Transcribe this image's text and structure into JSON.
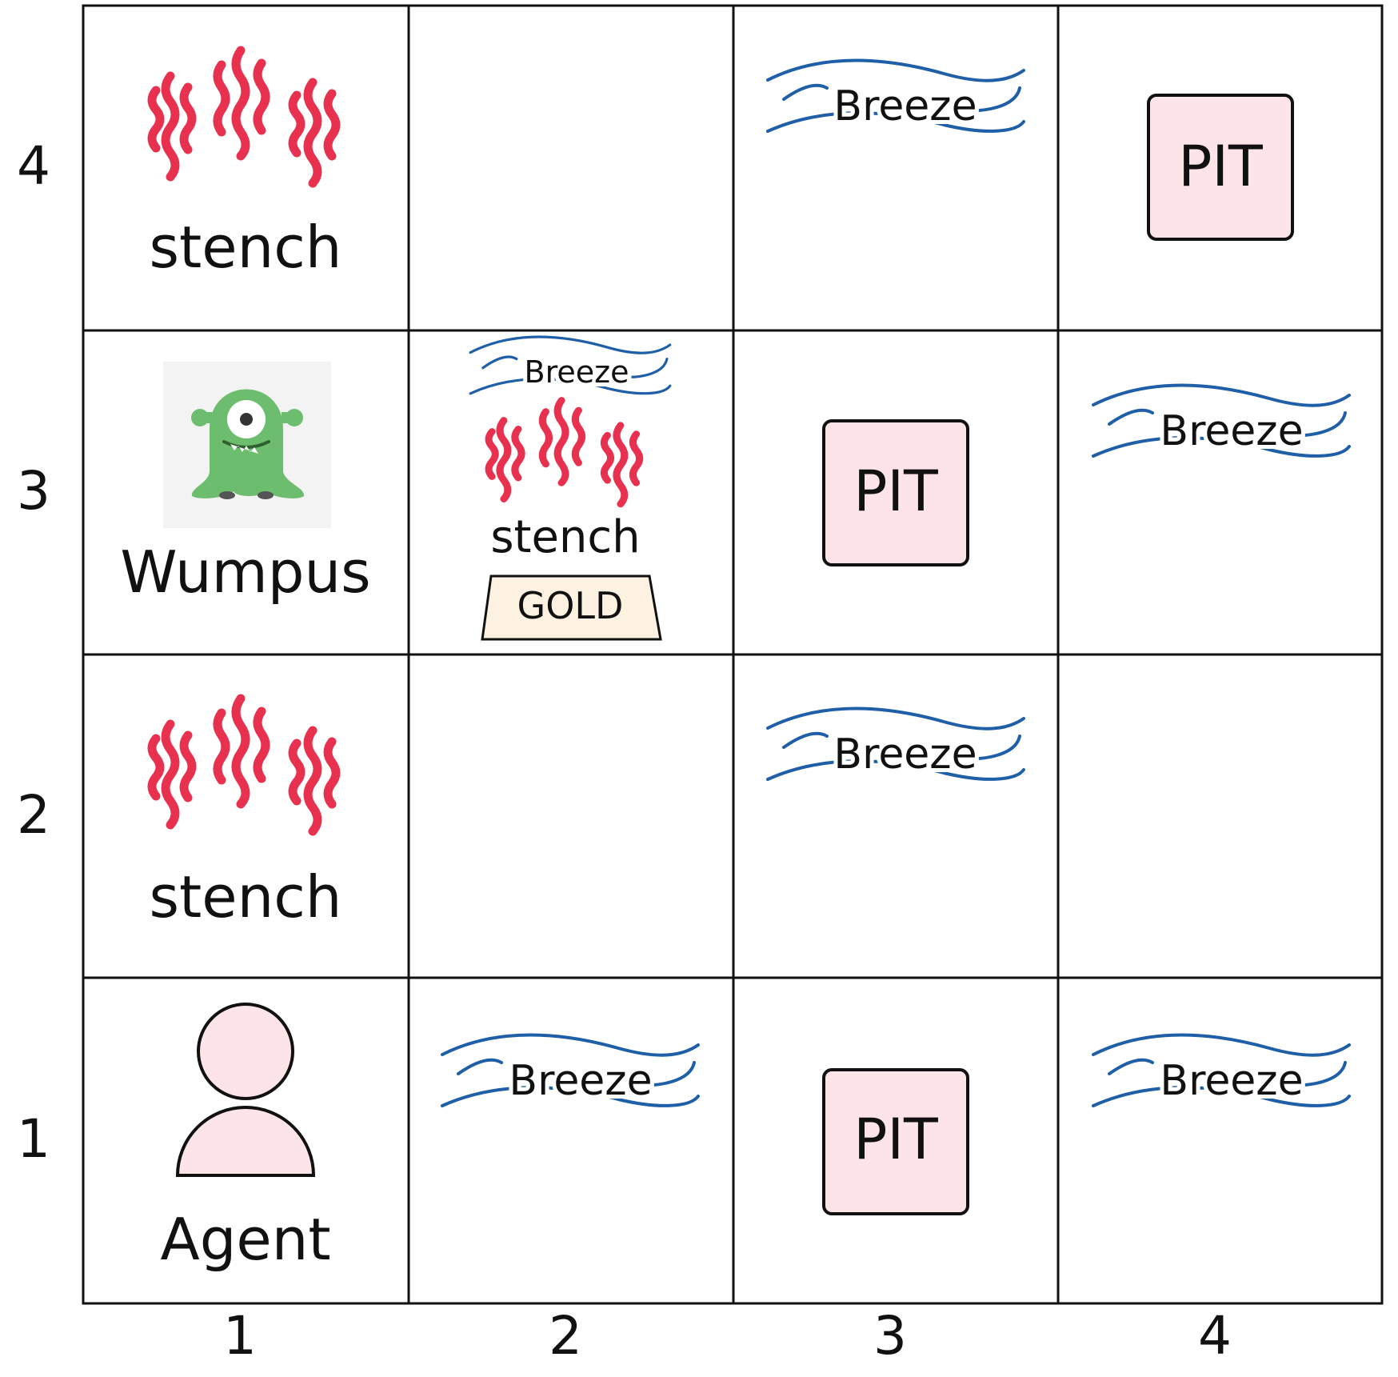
{
  "grid": {
    "rows_labels": [
      "4",
      "3",
      "2",
      "1"
    ],
    "col_labels": [
      "1",
      "2",
      "3",
      "4"
    ]
  },
  "labels": {
    "stench": "stench",
    "breeze": "Breeze",
    "pit": "PIT",
    "wumpus": "Wumpus",
    "gold": "GOLD",
    "agent": "Agent"
  },
  "cells": [
    {
      "col": 1,
      "row": 4,
      "items": [
        "stench"
      ]
    },
    {
      "col": 2,
      "row": 4,
      "items": []
    },
    {
      "col": 3,
      "row": 4,
      "items": [
        "breeze"
      ]
    },
    {
      "col": 4,
      "row": 4,
      "items": [
        "pit"
      ]
    },
    {
      "col": 1,
      "row": 3,
      "items": [
        "wumpus"
      ]
    },
    {
      "col": 2,
      "row": 3,
      "items": [
        "breeze",
        "stench",
        "gold"
      ]
    },
    {
      "col": 3,
      "row": 3,
      "items": [
        "pit"
      ]
    },
    {
      "col": 4,
      "row": 3,
      "items": [
        "breeze"
      ]
    },
    {
      "col": 1,
      "row": 2,
      "items": [
        "stench"
      ]
    },
    {
      "col": 2,
      "row": 2,
      "items": []
    },
    {
      "col": 3,
      "row": 2,
      "items": [
        "breeze"
      ]
    },
    {
      "col": 4,
      "row": 2,
      "items": []
    },
    {
      "col": 1,
      "row": 1,
      "items": [
        "agent"
      ]
    },
    {
      "col": 2,
      "row": 1,
      "items": [
        "breeze"
      ]
    },
    {
      "col": 3,
      "row": 1,
      "items": [
        "pit"
      ]
    },
    {
      "col": 4,
      "row": 1,
      "items": [
        "breeze"
      ]
    }
  ],
  "colors": {
    "stench": "#e8314f",
    "breeze": "#1f5fa8",
    "pit_fill": "#fde4e8",
    "agent_fill": "#fde4e8",
    "gold_fill": "#fdf2e2",
    "wumpus_body": "#6dbd6e",
    "wumpus_bg": "#f3f3f3",
    "grid_line": "#111111"
  },
  "icons": {
    "stench": "stench-wavy-lines-icon",
    "breeze": "breeze-wind-lines-icon",
    "wumpus": "one-eyed-green-monster-icon",
    "agent": "person-icon",
    "gold": "gold-bar-icon"
  }
}
